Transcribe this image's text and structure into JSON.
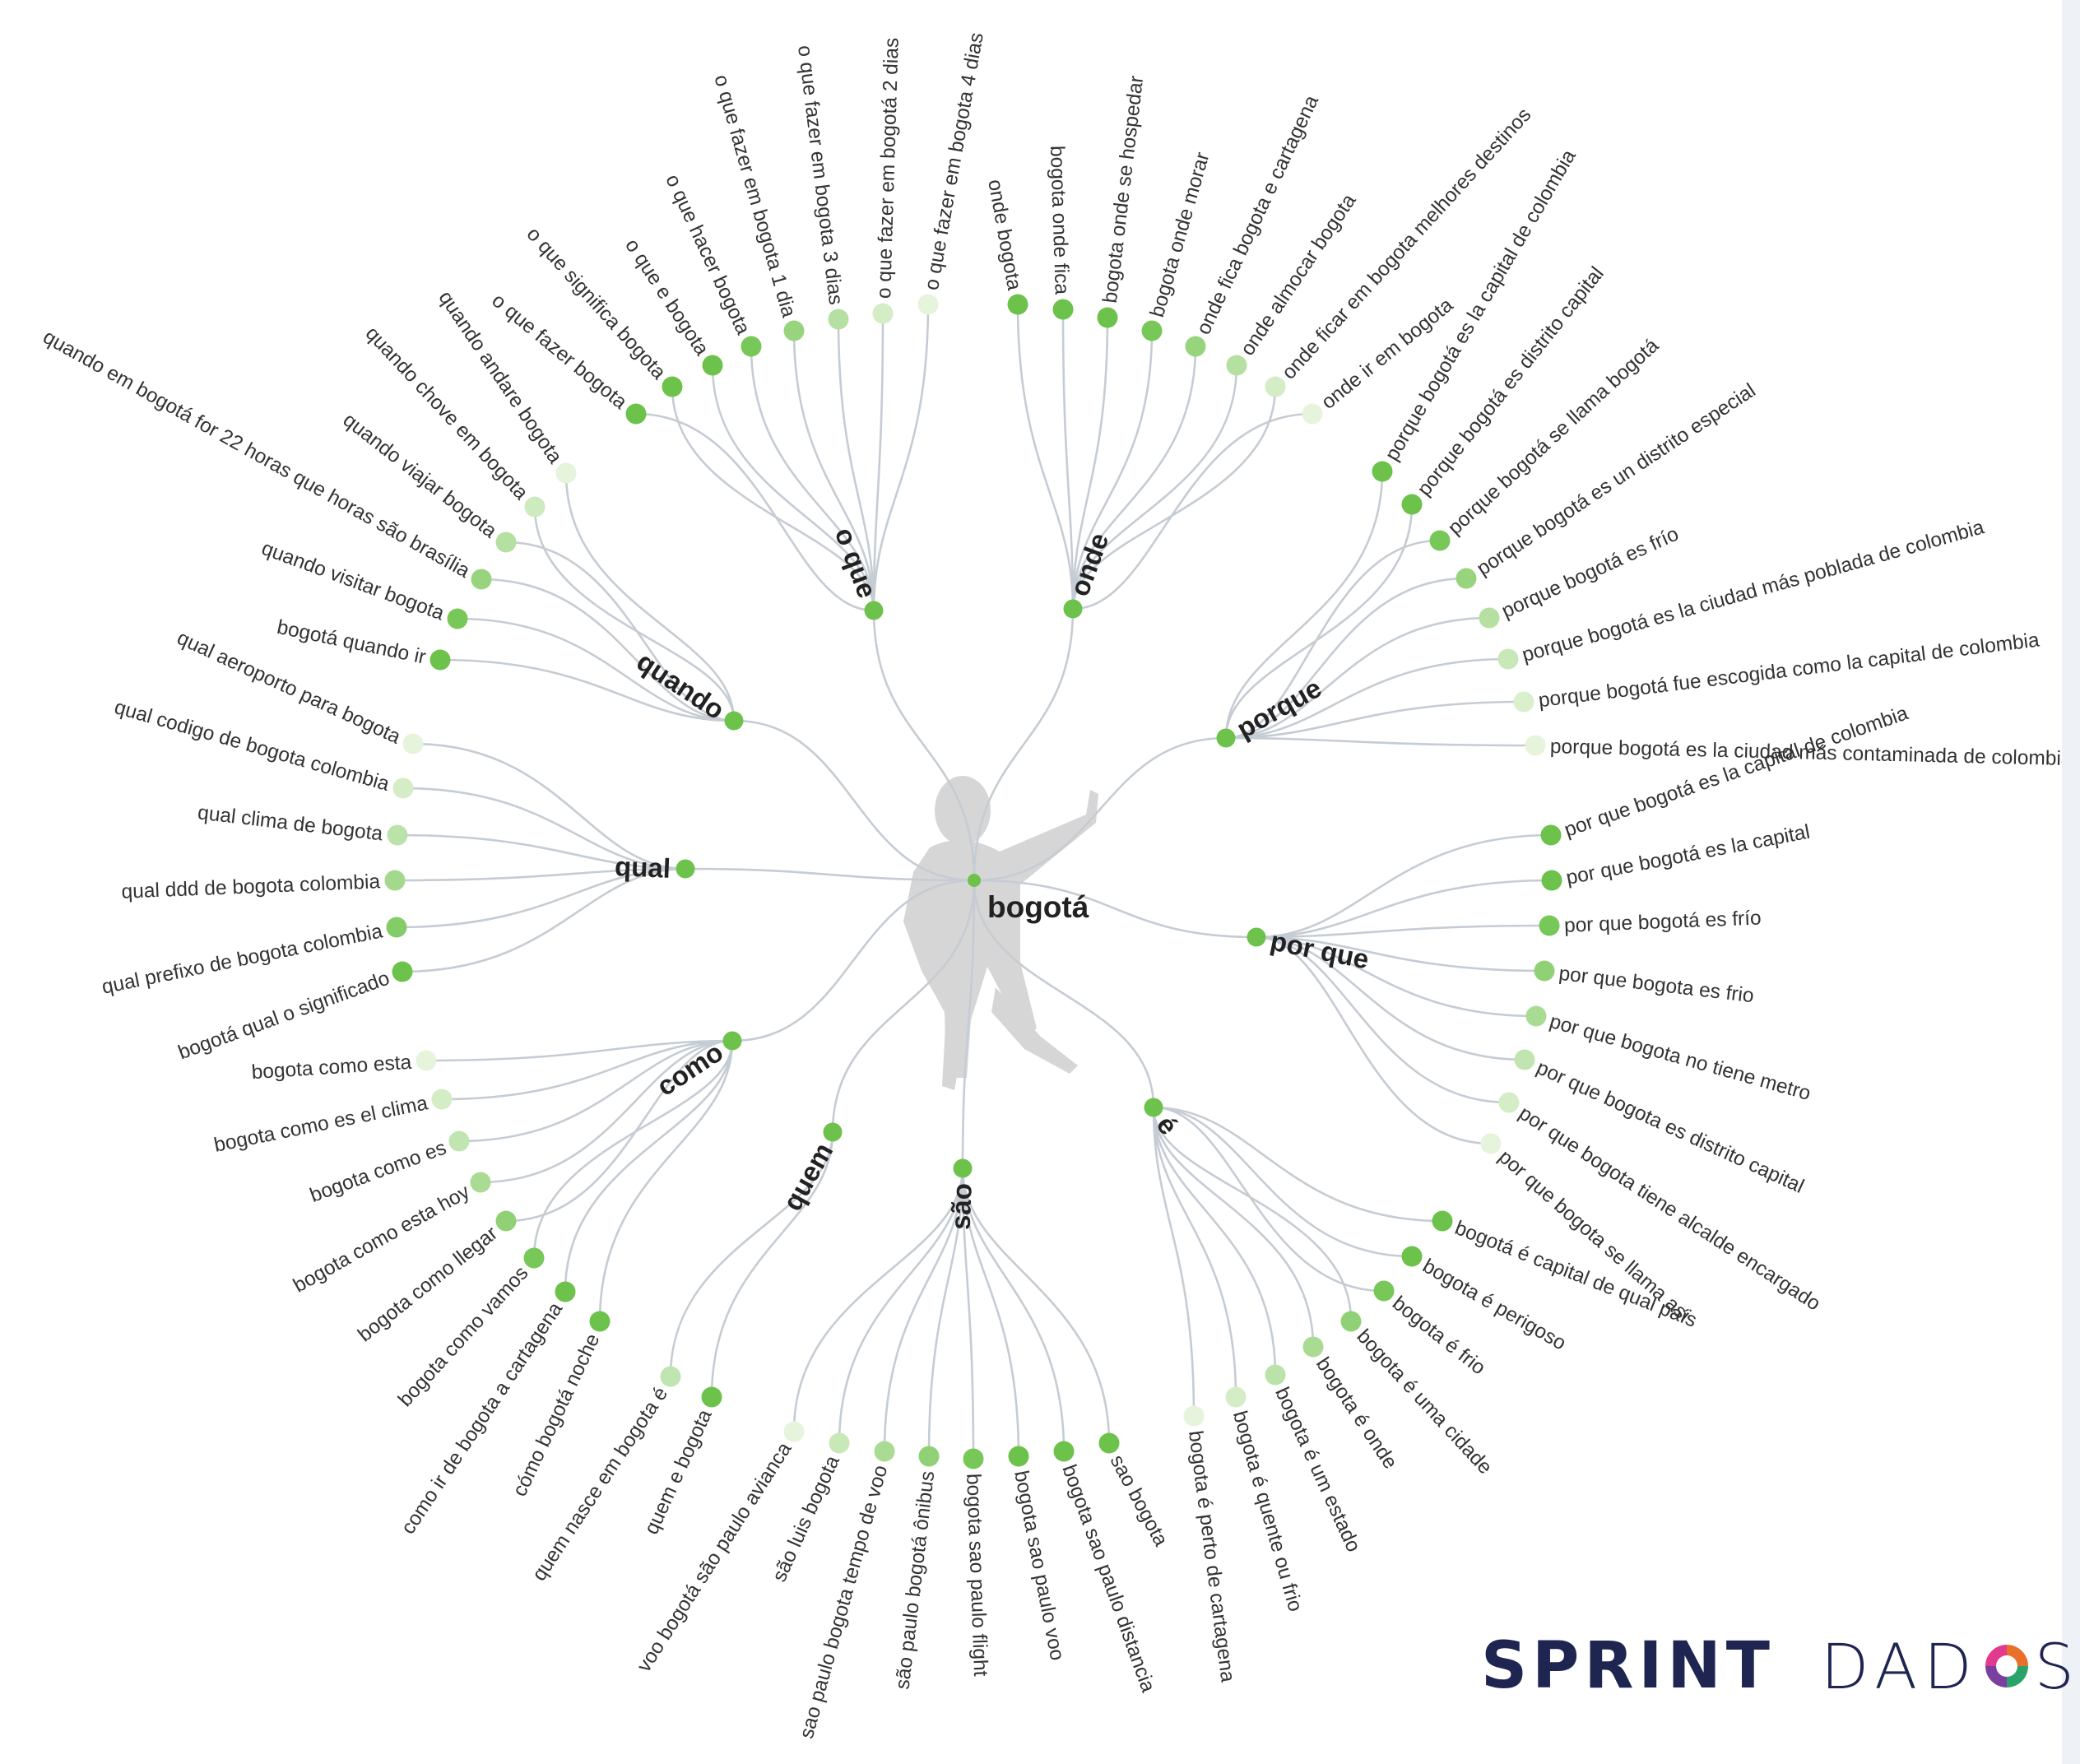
{
  "root": {
    "label": "bogotá",
    "icon": "person-silhouette-icon"
  },
  "branches": [
    {
      "label": "o que",
      "leaves": [
        "o que fazer bogota",
        "o que significa bogota",
        "o que e bogota",
        "o que hacer bogota",
        "o que fazer em bogota 1 dia",
        "o que fazer em bogota 3 dias",
        "o que fazer em bogotá 2 dias",
        "o que fazer em bogota 4 dias"
      ]
    },
    {
      "label": "onde",
      "leaves": [
        "onde bogota",
        "bogota onde fica",
        "bogota onde se hospedar",
        "bogota onde morar",
        "onde fica bogota e cartagena",
        "onde almocar bogota",
        "onde ficar em bogota melhores destinos",
        "onde ir em bogota"
      ]
    },
    {
      "label": "porque",
      "leaves": [
        "porque bogotá es la capital de colombia",
        "porque bogotá es distrito capital",
        "porque bogotá se llama bogotá",
        "porque bogotá es un distrito especial",
        "porque bogotá es frío",
        "porque bogotá es la ciudad más poblada de colombia",
        "porque bogotá fue escogida como la capital de colombia",
        "porque bogotá es la ciudad más contaminada de colombia"
      ]
    },
    {
      "label": "por que",
      "leaves": [
        "por que bogotá es la capital de colombia",
        "por que bogotá es la capital",
        "por que bogotá es frío",
        "por que bogota es frio",
        "por que bogota no tiene metro",
        "por que bogota es distrito capital",
        "por que bogota tiene alcalde encargado",
        "por que bogota se llama asi"
      ]
    },
    {
      "label": "é",
      "leaves": [
        "bogotá é capital de qual país",
        "bogota é perigoso",
        "bogota é frio",
        "bogota é uma cidade",
        "bogota é onde",
        "bogota é um estado",
        "bogota é quente ou frio",
        "bogota é perto de cartagena"
      ]
    },
    {
      "label": "são",
      "leaves": [
        "sao bogota",
        "bogota sao paulo distancia",
        "bogota sao paulo voo",
        "bogota sao paulo flight",
        "são paulo bogotá ônibus",
        "sao paulo bogota tempo de voo",
        "são luis bogota",
        "voo bogotá são paulo avianca"
      ]
    },
    {
      "label": "quem",
      "leaves": [
        "quem e bogota",
        "quem nasce em bogota é"
      ]
    },
    {
      "label": "como",
      "leaves": [
        "cómo bogotá noche",
        "como ir de bogota a cartagena",
        "bogota como vamos",
        "bogota como llegar",
        "bogota como esta hoy",
        "bogota como es",
        "bogota como es el clima",
        "bogota como esta"
      ]
    },
    {
      "label": "qual",
      "leaves": [
        "bogotá qual o significado",
        "qual prefixo de bogota colombia",
        "qual ddd de bogota colombia",
        "qual clima de bogota",
        "qual codigo de bogota colombia",
        "qual aeroporto para bogota"
      ]
    },
    {
      "label": "quando",
      "leaves": [
        "bogotá quando ir",
        "quando visitar bogota",
        "quando em bogotá for 22 horas que horas são brasília",
        "quando viajar bogota",
        "quando chove em bogota",
        "quando andare bogota"
      ]
    }
  ],
  "colors": {
    "node_strong": "#6cc24a",
    "node_light": "#e6f4dc",
    "link": "#c5ccd3",
    "text": "#333333",
    "brand": "#1e2550"
  },
  "logo": {
    "word1": "SPRINT",
    "word2_left": "DAD",
    "word2_right": "S",
    "icon": "dados-ring-logo-icon"
  }
}
